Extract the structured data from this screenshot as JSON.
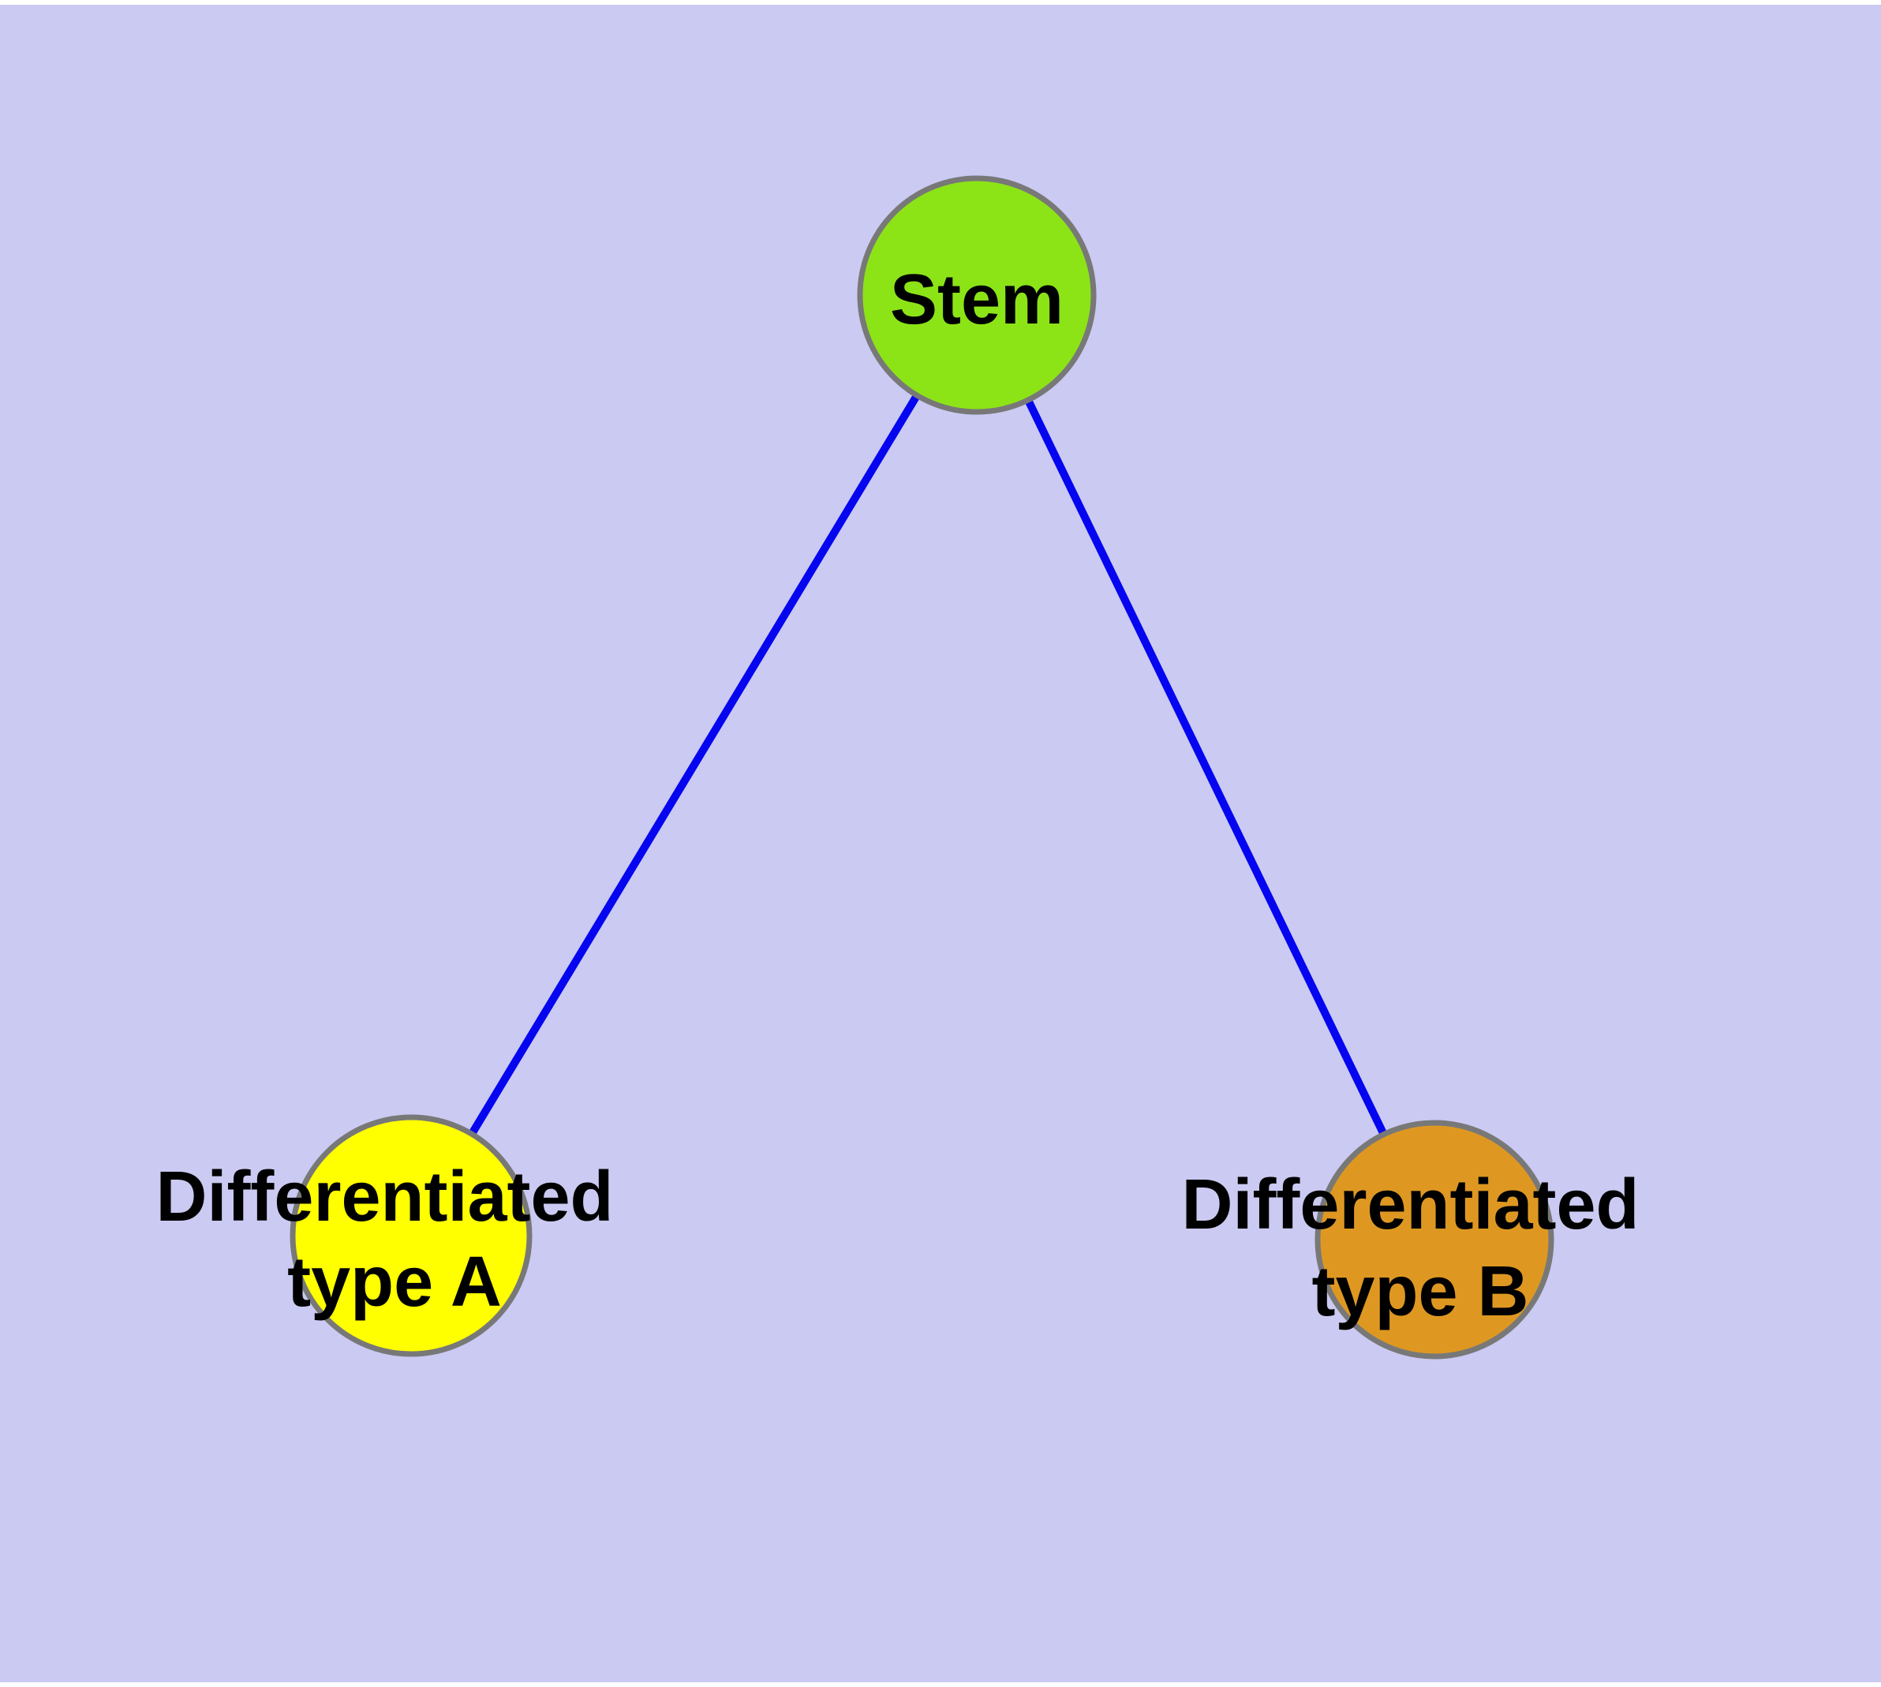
{
  "colors": {
    "page_background": "#ffffff",
    "graph_background": "#cacaf2",
    "node_border": "#787878",
    "edge": "#0505f0",
    "label_text": "#000000",
    "stem_fill": "#8ce417",
    "type_a_fill": "#ffff00",
    "type_b_fill": "#de9822"
  },
  "diagram": {
    "type": "node-link-graph",
    "nodes": [
      {
        "id": "stem",
        "label": "Stem",
        "shape": "circle",
        "fill_color": "#8ce417"
      },
      {
        "id": "type_a",
        "label": "Differentiated type A",
        "label_line1": "Differentiated",
        "label_line2": "type A",
        "shape": "circle",
        "fill_color": "#ffff00"
      },
      {
        "id": "type_b",
        "label": "Differentiated type B",
        "label_line1": "Differentiated",
        "label_line2": "type B",
        "shape": "circle",
        "fill_color": "#de9822"
      }
    ],
    "edges": [
      {
        "from": "stem",
        "to": "type_a"
      },
      {
        "from": "stem",
        "to": "type_b"
      }
    ]
  }
}
